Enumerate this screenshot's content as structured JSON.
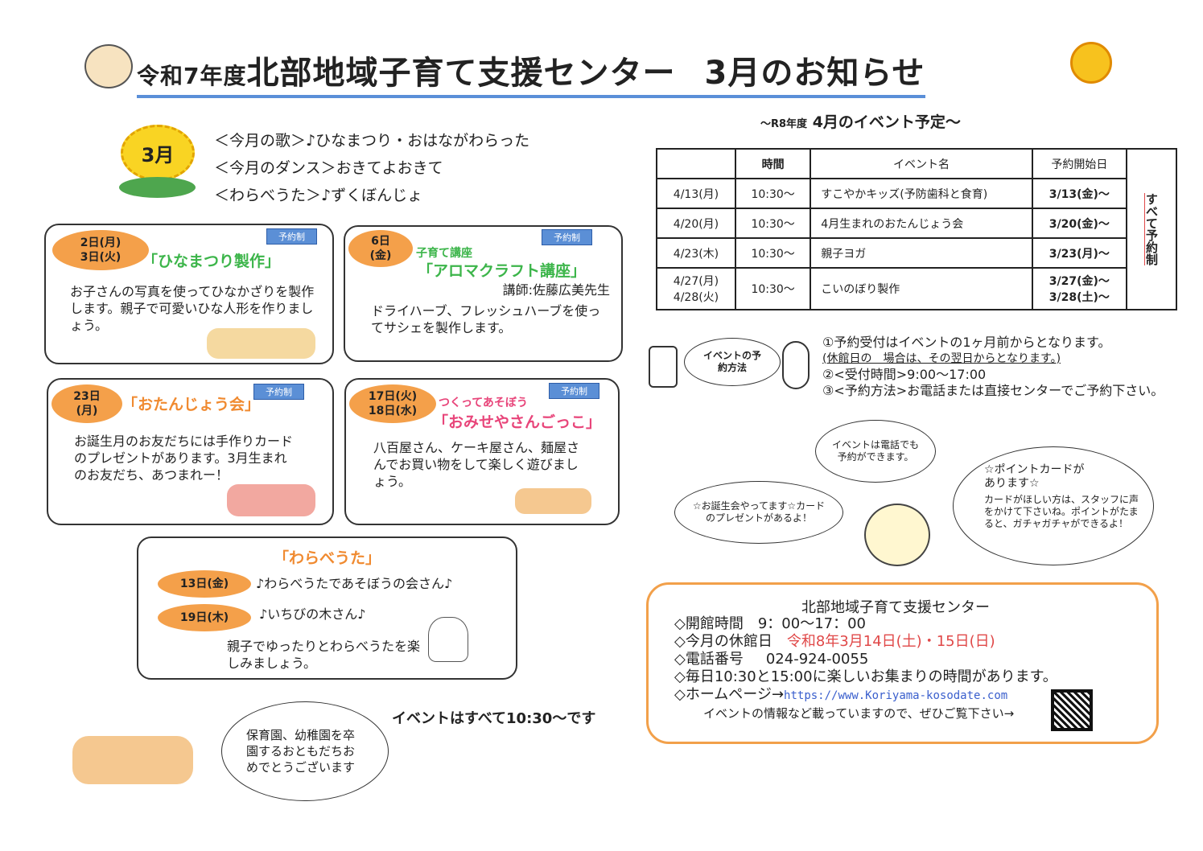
{
  "header": {
    "prefix": "令和7年度",
    "title": "北部地域子育て支援センター",
    "month_title": "3月のお知らせ"
  },
  "month_badge": "3月",
  "monthly": [
    "＜今月の歌＞♪ひなまつり・おはながわらった",
    "＜今月のダンス＞おきてよおきて",
    "＜わらべうた＞♪ずくぼんじょ"
  ],
  "reservation_badge": "予約制",
  "events": [
    {
      "dates": [
        "2日(月)",
        "3日(火)"
      ],
      "subtitle": "",
      "title": "「ひなまつり製作」",
      "note": "",
      "body": "お子さんの写真を使ってひなかざりを製作します。親子で可愛いひな人形を作りましょう。"
    },
    {
      "dates": [
        "6日",
        "(金)"
      ],
      "subtitle": "子育て講座",
      "title": "「アロマクラフト講座」",
      "note": "講師:佐藤広美先生",
      "body": "ドライハーブ、フレッシュハーブを使ってサシェを製作します。"
    },
    {
      "dates": [
        "23日",
        "(月)"
      ],
      "subtitle": "",
      "title": "「おたんじょう会」",
      "note": "",
      "body": "お誕生月のお友だちには手作りカードのプレゼントがあります。3月生まれのお友だち、あつまれー！"
    },
    {
      "dates": [
        "17日(火)",
        "18日(水)"
      ],
      "subtitle": "つくってあそぼう",
      "title": "「おみせやさんごっこ」",
      "note": "",
      "body": "八百屋さん、ケーキ屋さん、麺屋さんでお買い物をして楽しく遊びましょう。"
    }
  ],
  "warabeuta": {
    "title": "「わらべうた」",
    "items": [
      {
        "date": "13日(金)",
        "text": "♪わらべうたであそぼうの会さん♪"
      },
      {
        "date": "19日(木)",
        "text": "♪いちびの木さん♪"
      }
    ],
    "body": "親子でゆったりとわらべうたを楽しみましょう。"
  },
  "all_events_time": "イベントはすべて10:30～です",
  "graduation": "保育園、幼稚園を卒園するおともだちおめでとうございます",
  "april": {
    "prefix": "～R8年度",
    "title": "4月のイベント予定～",
    "headers": [
      "",
      "時間",
      "イベント名",
      "予約開始日"
    ],
    "rows": [
      {
        "date": "4/13(月)",
        "time": "10:30～",
        "name": "すこやかキッズ(予防歯科と食育)",
        "start": "3/13(金)～"
      },
      {
        "date": "4/20(月)",
        "time": "10:30～",
        "name": "4月生まれのおたんじょう会",
        "start": "3/20(金)～"
      },
      {
        "date": "4/23(木)",
        "time": "10:30～",
        "name": "親子ヨガ",
        "start": "3/23(月)～"
      },
      {
        "date": "4/27(月)\n4/28(火)",
        "time": "10:30～",
        "name": "こいのぼり製作",
        "start": "3/27(金)～\n3/28(土)～"
      }
    ],
    "side": "すべて予約制"
  },
  "reserve": {
    "bubble": "イベントの予約方法",
    "lines": [
      "①予約受付はイベントの1ヶ月前からとなります。",
      "(休館日の　場合は、その翌日からとなります。)",
      "②<受付時間>9:00～17:00",
      "③<予約方法>お電話または直接センターでご予約下さい。"
    ]
  },
  "bubbles": {
    "phone": "イベントは電話でも予約ができます。",
    "birthday": "☆お誕生会やってます☆カードのプレゼントがあるよ！",
    "point_title": "☆ポイントカードが　　　あります☆",
    "point_body": "カードがほしい方は、スタッフに声をかけて下さいね。ポイントがたまると、ガチャガチャができるよ！"
  },
  "info": {
    "name": "北部地域子育て支援センター",
    "hours_label": "◇開館時間",
    "hours": "9：00～17：00",
    "closed_label": "◇今月の休館日",
    "closed": "令和8年3月14日(土)・15日(日)",
    "phone_label": "◇電話番号",
    "phone": "024-924-0055",
    "daily": "◇毎日10:30と15:00に楽しいお集まりの時間があります。",
    "hp_label": "◇ホームページ→",
    "url": "https://www.Koriyama-kosodate.com",
    "hp_note": "イベントの情報など載っていますので、ぜひご覧下さい→"
  },
  "colors": {
    "orange": "#f4a04a",
    "green": "#3cb54a",
    "pink": "#e8457a",
    "blue": "#5b8fd6",
    "red": "#e04848"
  }
}
